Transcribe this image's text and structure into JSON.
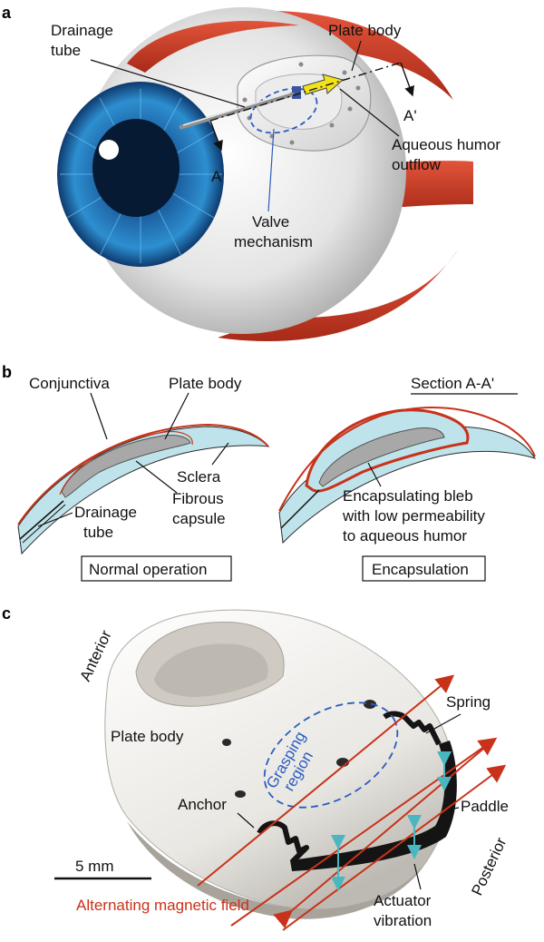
{
  "panels": {
    "a": {
      "letter": "a",
      "drainage_tube_1": "Drainage",
      "drainage_tube_2": "tube",
      "plate_body": "Plate body",
      "a_left": "A",
      "a_right": "A'",
      "outflow_1": "Aqueous humor",
      "outflow_2": "outflow",
      "valve_1": "Valve",
      "valve_2": "mechanism"
    },
    "b": {
      "letter": "b",
      "conjunctiva": "Conjunctiva",
      "plate_body": "Plate body",
      "section": "Section A-A'",
      "sclera": "Sclera",
      "fibrous_1": "Fibrous",
      "fibrous_2": "capsule",
      "drainage_1": "Drainage",
      "drainage_2": "tube",
      "bleb_1": "Encapsulating bleb",
      "bleb_2": "with low permeability",
      "bleb_3": "to aqueous humor",
      "normal": "Normal operation",
      "encapsulation": "Encapsulation"
    },
    "c": {
      "letter": "c",
      "anterior": "Anterior",
      "posterior": "Posterior",
      "plate_body": "Plate body",
      "spring": "Spring",
      "paddle": "Paddle",
      "grasping_1": "Grasping",
      "grasping_2": "region",
      "anchor": "Anchor",
      "scale": "5 mm",
      "magnetic": "Alternating magnetic field",
      "actuator_1": "Actuator",
      "actuator_2": "vibration"
    }
  },
  "colors": {
    "muscle": "#d2402a",
    "iris": "#1a6aa8",
    "tissue": "#bfe3ea",
    "conjunctiva": "#c8321a",
    "field_arrow": "#c8321a",
    "valve_dash": "#2a5cc0",
    "vibration": "#4ab7c0"
  }
}
